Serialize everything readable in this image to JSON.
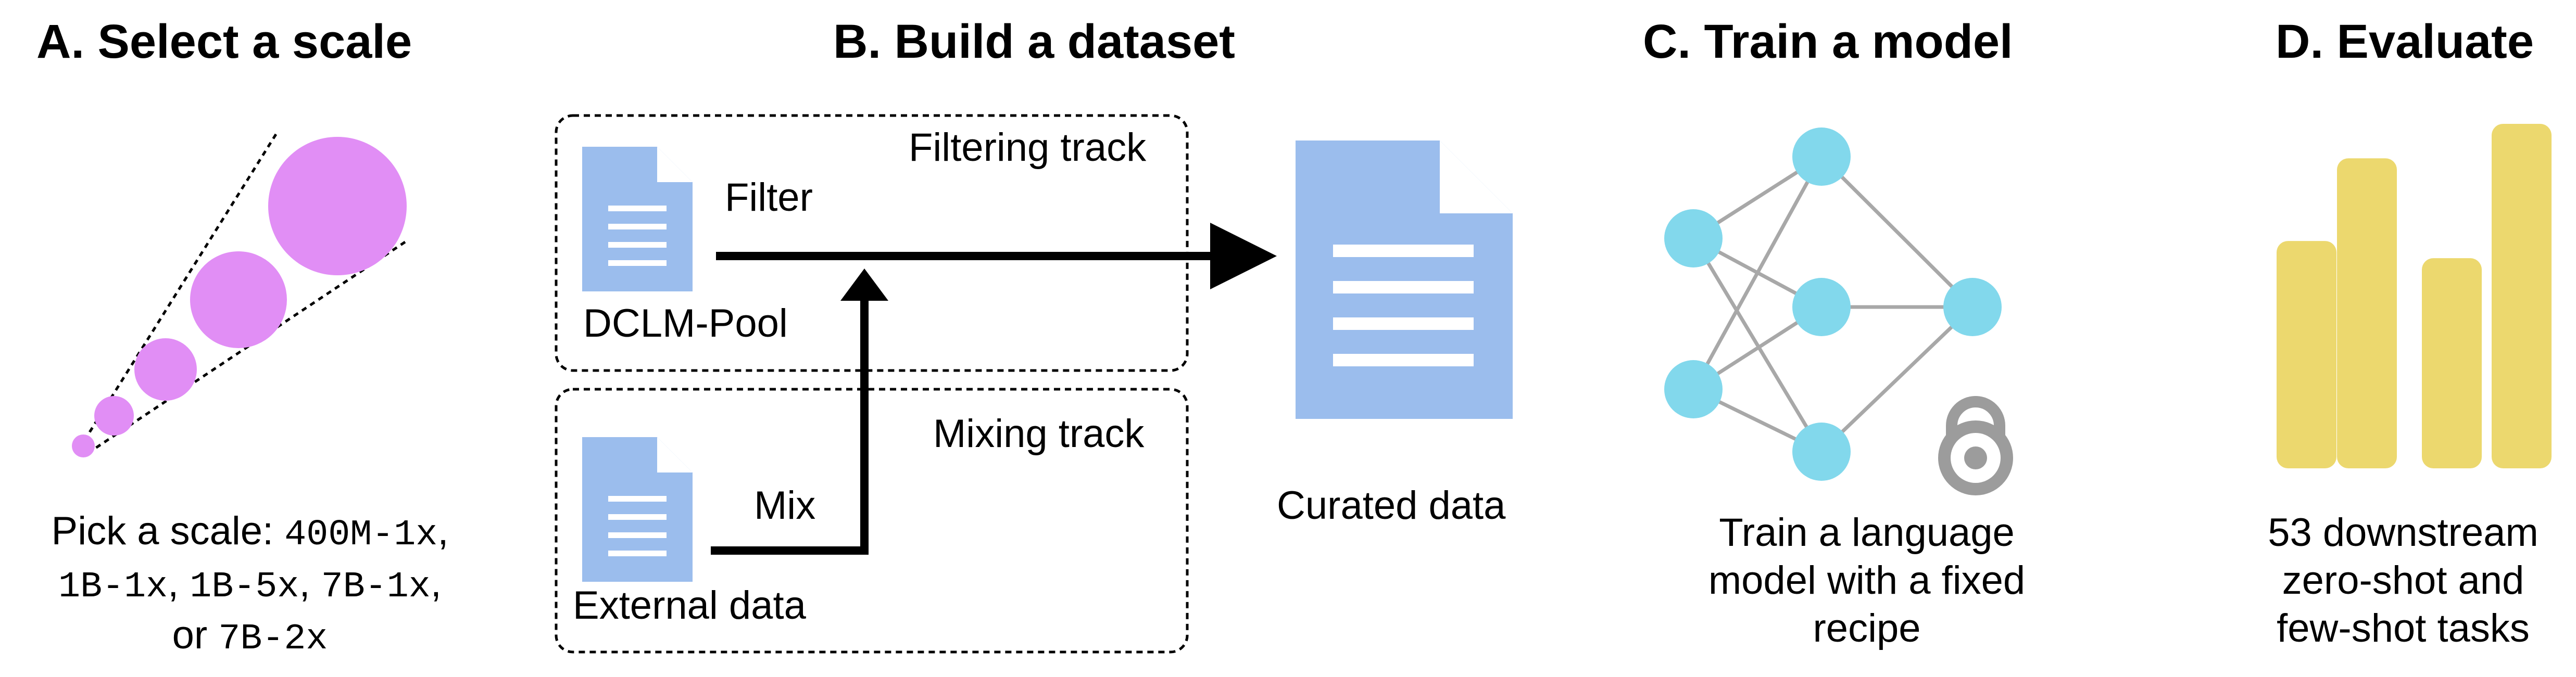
{
  "sections": {
    "a": {
      "title": "A. Select a scale",
      "caption_prefix": "Pick a scale:",
      "scales": [
        "400M-1x",
        "1B-1x",
        "1B-5x",
        "7B-1x",
        "7B-2x"
      ],
      "sep": ",",
      "or": "or"
    },
    "b": {
      "title": "B. Build a dataset",
      "filtering_track": "Filtering track",
      "mixing_track": "Mixing track",
      "filter_label": "Filter",
      "mix_label": "Mix",
      "pool_label": "DCLM-Pool",
      "external_label": "External data",
      "curated_label": "Curated data"
    },
    "c": {
      "title": "C. Train a model",
      "caption_lines": [
        "Train a language",
        "model with a fixed",
        "recipe"
      ]
    },
    "d": {
      "title": "D. Evaluate",
      "caption_lines": [
        "53 downstream",
        "zero-shot and",
        "few-shot tasks"
      ],
      "bar_levels": [
        0.66,
        0.9,
        0.61,
        1.0
      ]
    }
  },
  "colors": {
    "circle": "#E18EF5",
    "doc": "#9BBDED",
    "node": "#82D8EC",
    "edge": "#A8A8A8",
    "lock": "#9C9C9C",
    "bar": "#ECD86E"
  }
}
